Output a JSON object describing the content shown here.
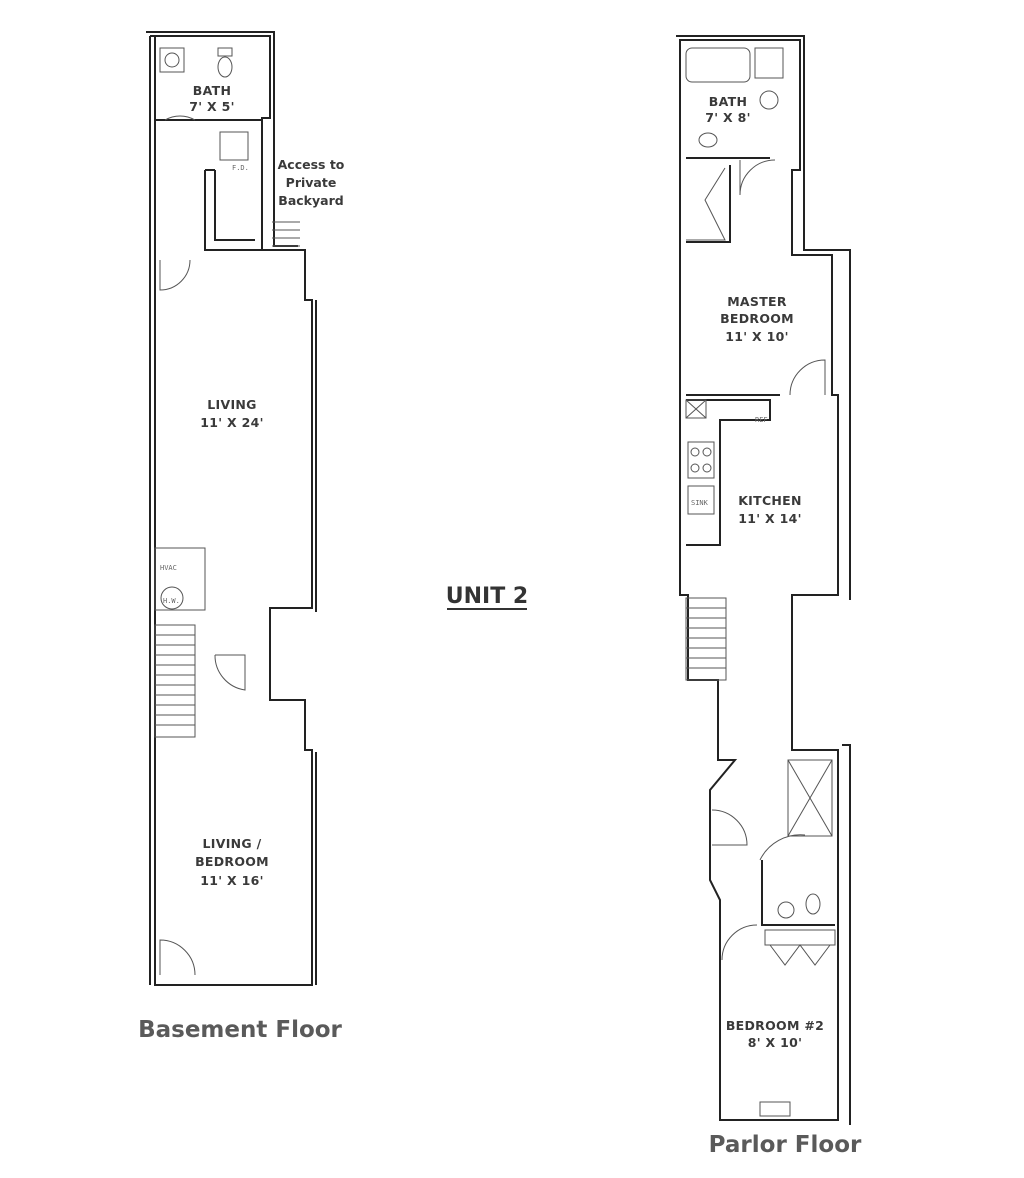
{
  "unit_title": "UNIT 2",
  "basement": {
    "title": "Basement Floor",
    "bath": {
      "name": "BATH",
      "size": "7' X 5'"
    },
    "access_note": [
      "Access to",
      "Private",
      "Backyard"
    ],
    "living": {
      "name": "LIVING",
      "size": "11' X 24'"
    },
    "living_bedroom": {
      "name": "LIVING /",
      "name2": "BEDROOM",
      "size": "11' X 16'"
    },
    "fixtures": {
      "hvac": "HVAC",
      "hw": "H.W.",
      "fd": "F.D."
    }
  },
  "parlor": {
    "title": "Parlor Floor",
    "bath": {
      "name": "BATH",
      "size": "7' X 8'"
    },
    "master": {
      "name": "MASTER",
      "name2": "BEDROOM",
      "size": "11' X 10'"
    },
    "kitchen": {
      "name": "KITCHEN",
      "size": "11' X 14'"
    },
    "bedroom2": {
      "name": "BEDROOM #2",
      "size": "8' X 10'"
    },
    "fixtures": {
      "ref": "REF",
      "sink": "SINK"
    }
  }
}
